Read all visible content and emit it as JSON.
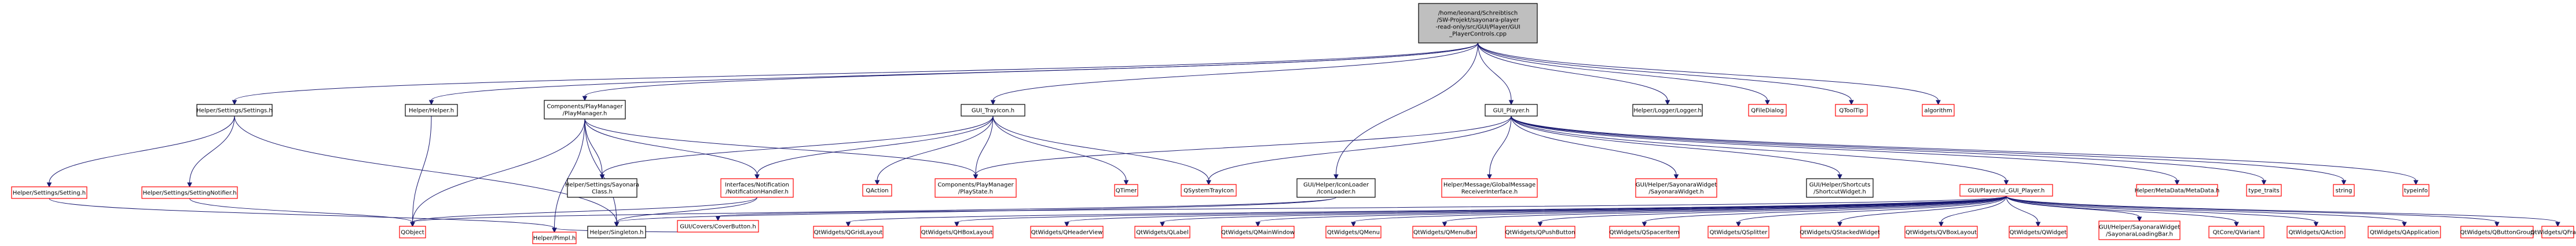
{
  "colors": {
    "edge": "#191970",
    "root_fill": "#bfbfbf",
    "root_stroke": "#000000",
    "node_fill": "#ffffff",
    "node_stroke": "#000000",
    "missing_stroke": "#ff0000"
  },
  "nodes": [
    {
      "id": "root",
      "kind": "root",
      "lines": [
        "/home/leonard/Schreibtisch",
        "/SW-Projekt/sayonara-player",
        "-read-only/src/GUI/Player/GUI",
        "_PlayerControls.cpp"
      ]
    },
    {
      "id": "settings_h",
      "kind": "normal",
      "lines": [
        "Helper/Settings/Settings.h"
      ]
    },
    {
      "id": "helper_h",
      "kind": "normal",
      "lines": [
        "Helper/Helper.h"
      ]
    },
    {
      "id": "playmanager_h",
      "kind": "normal",
      "lines": [
        "Components/PlayManager",
        "/PlayManager.h"
      ]
    },
    {
      "id": "trayicon_h",
      "kind": "normal",
      "lines": [
        "GUI_TrayIcon.h"
      ]
    },
    {
      "id": "gui_player_h",
      "kind": "normal",
      "lines": [
        "GUI_Player.h"
      ]
    },
    {
      "id": "logger_h",
      "kind": "normal",
      "lines": [
        "Helper/Logger/Logger.h"
      ]
    },
    {
      "id": "qfiledialog",
      "kind": "missing",
      "lines": [
        "QFileDialog"
      ]
    },
    {
      "id": "qtooltip",
      "kind": "missing",
      "lines": [
        "QToolTip"
      ]
    },
    {
      "id": "algorithm",
      "kind": "missing",
      "lines": [
        "algorithm"
      ]
    },
    {
      "id": "setting_h",
      "kind": "missing",
      "lines": [
        "Helper/Settings/Setting.h"
      ]
    },
    {
      "id": "settingnotifier_h",
      "kind": "missing",
      "lines": [
        "Helper/Settings/SettingNotifier.h"
      ]
    },
    {
      "id": "settings_sayonara_h",
      "kind": "normal",
      "lines": [
        "Helper/Settings/Sayonara",
        "Class.h"
      ]
    },
    {
      "id": "notificationhandler_h",
      "kind": "missing",
      "lines": [
        "Interfaces/Notification",
        "/NotificationHandler.h"
      ]
    },
    {
      "id": "qaction_top",
      "kind": "missing",
      "lines": [
        "QAction"
      ]
    },
    {
      "id": "playstate_h",
      "kind": "missing",
      "lines": [
        "Components/PlayManager",
        "/PlayState.h"
      ]
    },
    {
      "id": "qtimer",
      "kind": "missing",
      "lines": [
        "QTimer"
      ]
    },
    {
      "id": "qsystemtrayicon",
      "kind": "missing",
      "lines": [
        "QSystemTrayIcon"
      ]
    },
    {
      "id": "iconloader_h",
      "kind": "normal",
      "lines": [
        "GUI/Helper/IconLoader",
        "/IconLoader.h"
      ]
    },
    {
      "id": "globalmessagereceiver_h",
      "kind": "missing",
      "lines": [
        "Helper/Message/GlobalMessage",
        "ReceiverInterface.h"
      ]
    },
    {
      "id": "sayonarawidget_h",
      "kind": "missing",
      "lines": [
        "GUI/Helper/SayonaraWidget",
        "/SayonaraWidget.h"
      ]
    },
    {
      "id": "shortcutwidget_h",
      "kind": "normal",
      "lines": [
        "GUI/Helper/Shortcuts",
        "/ShortcutWidget.h"
      ]
    },
    {
      "id": "ui_gui_player_h",
      "kind": "missing",
      "lines": [
        "GUI/Player/ui_GUI_Player.h"
      ]
    },
    {
      "id": "metadata_h",
      "kind": "missing",
      "lines": [
        "Helper/MetaData/MetaData.h"
      ]
    },
    {
      "id": "type_traits",
      "kind": "missing",
      "lines": [
        "type_traits"
      ]
    },
    {
      "id": "string",
      "kind": "missing",
      "lines": [
        "string"
      ]
    },
    {
      "id": "typeinfo",
      "kind": "missing",
      "lines": [
        "typeinfo"
      ]
    },
    {
      "id": "qobject",
      "kind": "missing",
      "lines": [
        "QObject"
      ]
    },
    {
      "id": "singleton_h",
      "kind": "normal",
      "lines": [
        "Helper/Singleton.h"
      ]
    },
    {
      "id": "covebutton_h",
      "kind": "missing",
      "lines": [
        "GUI/Covers/CoverButton.h"
      ]
    },
    {
      "id": "pimpl_h",
      "kind": "missing",
      "lines": [
        "Helper/Pimpl.h"
      ]
    },
    {
      "id": "qgridlayout",
      "kind": "missing",
      "lines": [
        "QtWidgets/QGridLayout"
      ]
    },
    {
      "id": "qhboxlayout",
      "kind": "missing",
      "lines": [
        "QtWidgets/QHBoxLayout"
      ]
    },
    {
      "id": "qheaderview",
      "kind": "missing",
      "lines": [
        "QtWidgets/QHeaderView"
      ]
    },
    {
      "id": "qlabel",
      "kind": "missing",
      "lines": [
        "QtWidgets/QLabel"
      ]
    },
    {
      "id": "qmainwindow",
      "kind": "missing",
      "lines": [
        "QtWidgets/QMainWindow"
      ]
    },
    {
      "id": "qmenu",
      "kind": "missing",
      "lines": [
        "QtWidgets/QMenu"
      ]
    },
    {
      "id": "qmenubar",
      "kind": "missing",
      "lines": [
        "QtWidgets/QMenuBar"
      ]
    },
    {
      "id": "qpushbutton",
      "kind": "missing",
      "lines": [
        "QtWidgets/QPushButton"
      ]
    },
    {
      "id": "qspaceritem",
      "kind": "missing",
      "lines": [
        "QtWidgets/QSpacerItem"
      ]
    },
    {
      "id": "qsplitter",
      "kind": "missing",
      "lines": [
        "QtWidgets/QSplitter"
      ]
    },
    {
      "id": "qstackedwidget",
      "kind": "missing",
      "lines": [
        "QtWidgets/QStackedWidget"
      ]
    },
    {
      "id": "qvboxlayout",
      "kind": "missing",
      "lines": [
        "QtWidgets/QVBoxLayout"
      ]
    },
    {
      "id": "qwidget",
      "kind": "missing",
      "lines": [
        "QtWidgets/QWidget"
      ]
    },
    {
      "id": "loadingbar_h",
      "kind": "missing",
      "lines": [
        "GUI/Helper/SayonaraWidget",
        "/SayonaraLoadingBar.h"
      ]
    },
    {
      "id": "qvariant",
      "kind": "missing",
      "lines": [
        "QtCore/QVariant"
      ]
    },
    {
      "id": "qw_qaction",
      "kind": "missing",
      "lines": [
        "QtWidgets/QAction"
      ]
    },
    {
      "id": "qapplication",
      "kind": "missing",
      "lines": [
        "QtWidgets/QApplication"
      ]
    },
    {
      "id": "qbuttongroup",
      "kind": "missing",
      "lines": [
        "QtWidgets/QButtonGroup"
      ]
    },
    {
      "id": "qframe",
      "kind": "missing",
      "lines": [
        "QtWidgets/QFrame"
      ]
    }
  ],
  "edges": [
    [
      "root",
      "settings_h"
    ],
    [
      "root",
      "helper_h"
    ],
    [
      "root",
      "playmanager_h"
    ],
    [
      "root",
      "trayicon_h"
    ],
    [
      "root",
      "gui_player_h"
    ],
    [
      "root",
      "logger_h"
    ],
    [
      "root",
      "qfiledialog"
    ],
    [
      "root",
      "qtooltip"
    ],
    [
      "root",
      "algorithm"
    ],
    [
      "root",
      "iconloader_h"
    ],
    [
      "settings_h",
      "setting_h"
    ],
    [
      "settings_h",
      "settingnotifier_h"
    ],
    [
      "settings_h",
      "singleton_h"
    ],
    [
      "setting_h",
      "pimpl_h"
    ],
    [
      "settingnotifier_h",
      "qobject"
    ],
    [
      "helper_h",
      "qobject"
    ],
    [
      "playmanager_h",
      "qobject"
    ],
    [
      "playmanager_h",
      "settings_sayonara_h"
    ],
    [
      "playmanager_h",
      "notificationhandler_h"
    ],
    [
      "playmanager_h",
      "playstate_h"
    ],
    [
      "playmanager_h",
      "singleton_h"
    ],
    [
      "playmanager_h",
      "pimpl_h"
    ],
    [
      "trayicon_h",
      "settings_sayonara_h"
    ],
    [
      "trayicon_h",
      "notificationhandler_h"
    ],
    [
      "trayicon_h",
      "qaction_top"
    ],
    [
      "trayicon_h",
      "playstate_h"
    ],
    [
      "trayicon_h",
      "qtimer"
    ],
    [
      "trayicon_h",
      "qsystemtrayicon"
    ],
    [
      "notificationhandler_h",
      "qobject"
    ],
    [
      "notificationhandler_h",
      "singleton_h"
    ],
    [
      "gui_player_h",
      "playstate_h"
    ],
    [
      "gui_player_h",
      "qsystemtrayicon"
    ],
    [
      "gui_player_h",
      "globalmessagereceiver_h"
    ],
    [
      "gui_player_h",
      "sayonarawidget_h"
    ],
    [
      "gui_player_h",
      "shortcutwidget_h"
    ],
    [
      "gui_player_h",
      "ui_gui_player_h"
    ],
    [
      "gui_player_h",
      "metadata_h"
    ],
    [
      "gui_player_h",
      "type_traits"
    ],
    [
      "gui_player_h",
      "string"
    ],
    [
      "gui_player_h",
      "typeinfo"
    ],
    [
      "iconloader_h",
      "qobject"
    ],
    [
      "iconloader_h",
      "singleton_h"
    ],
    [
      "ui_gui_player_h",
      "covebutton_h"
    ],
    [
      "ui_gui_player_h",
      "qgridlayout"
    ],
    [
      "ui_gui_player_h",
      "qhboxlayout"
    ],
    [
      "ui_gui_player_h",
      "qheaderview"
    ],
    [
      "ui_gui_player_h",
      "qlabel"
    ],
    [
      "ui_gui_player_h",
      "qmainwindow"
    ],
    [
      "ui_gui_player_h",
      "qmenu"
    ],
    [
      "ui_gui_player_h",
      "qmenubar"
    ],
    [
      "ui_gui_player_h",
      "qpushbutton"
    ],
    [
      "ui_gui_player_h",
      "qspaceritem"
    ],
    [
      "ui_gui_player_h",
      "qsplitter"
    ],
    [
      "ui_gui_player_h",
      "qstackedwidget"
    ],
    [
      "ui_gui_player_h",
      "qvboxlayout"
    ],
    [
      "ui_gui_player_h",
      "qwidget"
    ],
    [
      "ui_gui_player_h",
      "loadingbar_h"
    ],
    [
      "ui_gui_player_h",
      "qvariant"
    ],
    [
      "ui_gui_player_h",
      "qw_qaction"
    ],
    [
      "ui_gui_player_h",
      "qapplication"
    ],
    [
      "ui_gui_player_h",
      "qbuttongroup"
    ],
    [
      "ui_gui_player_h",
      "qframe"
    ],
    [
      "covebutton_h",
      "pimpl_h"
    ]
  ]
}
